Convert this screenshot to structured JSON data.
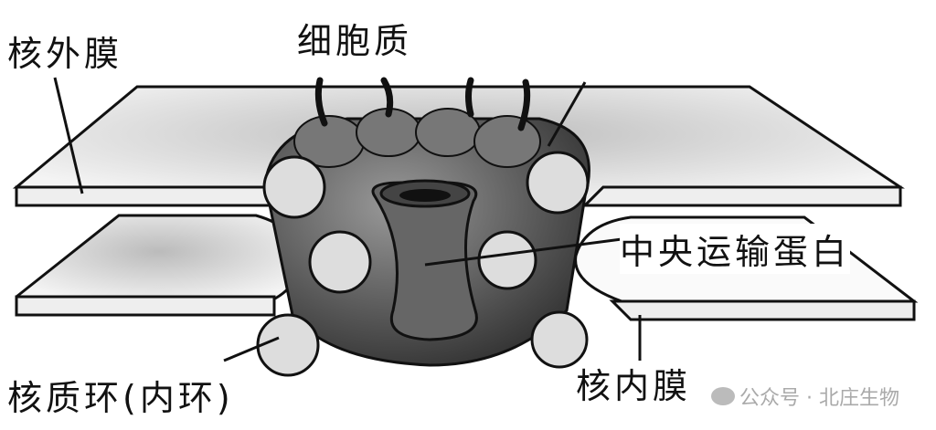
{
  "labels": {
    "outer_membrane": "核外膜",
    "cytoplasm": "细胞质",
    "central_transporter": "中央运输蛋白",
    "inner_membrane": "核内膜",
    "nucleoplasmic_ring": "核质环(内环)"
  },
  "watermark": "公众号 · 北庄生物",
  "colors": {
    "line": "#111111",
    "membrane": "#eeeeee",
    "protein": "#555555",
    "bead": "#dddddd"
  }
}
